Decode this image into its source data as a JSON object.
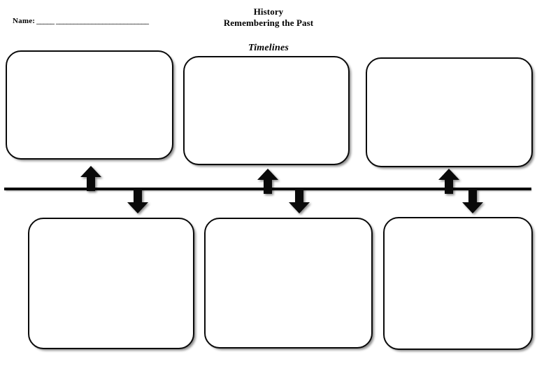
{
  "worksheet": {
    "name_field": {
      "label": "Name:",
      "blank": "_____ __________________________",
      "value": ""
    },
    "title": {
      "line1": "History",
      "line2": "Remembering the Past"
    },
    "subtitle": "Timelines",
    "timeline": {
      "label": "timeline-axis"
    },
    "top_boxes": [
      {
        "id": "top-box-1",
        "text": ""
      },
      {
        "id": "top-box-2",
        "text": ""
      },
      {
        "id": "top-box-3",
        "text": ""
      }
    ],
    "bottom_boxes": [
      {
        "id": "bottom-box-1",
        "text": ""
      },
      {
        "id": "bottom-box-2",
        "text": ""
      },
      {
        "id": "bottom-box-3",
        "text": ""
      }
    ],
    "arrows": {
      "up": [
        "arrow-up-1",
        "arrow-up-2",
        "arrow-up-3"
      ],
      "down": [
        "arrow-down-1",
        "arrow-down-2",
        "arrow-down-3"
      ]
    },
    "colors": {
      "ink": "#0a0a0a",
      "paper": "#ffffff"
    }
  }
}
